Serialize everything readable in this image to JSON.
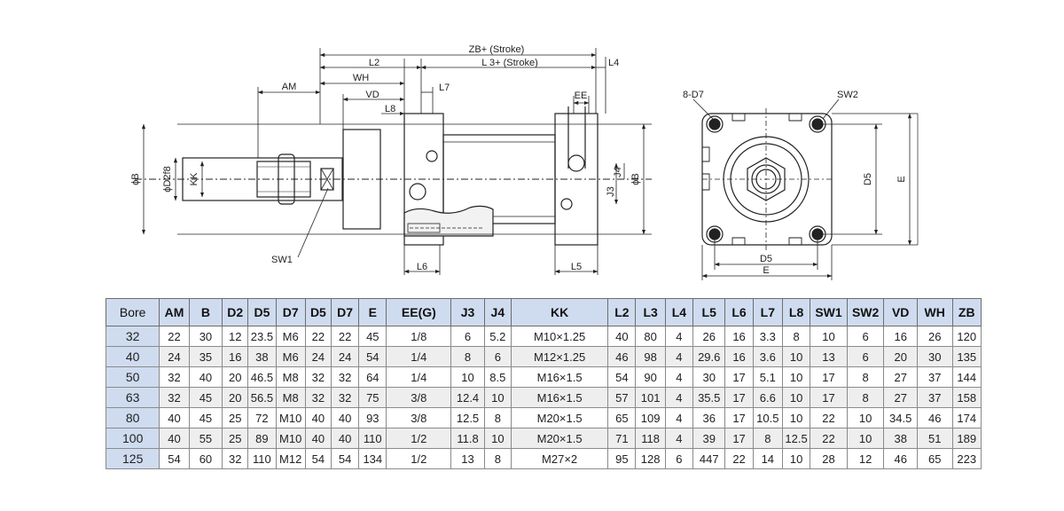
{
  "drawing": {
    "side_view_labels": {
      "zb": "ZB+ (Stroke)",
      "l3": "L 3+ (Stroke)",
      "l2": "L2",
      "l4": "L4",
      "am": "AM",
      "wh": "WH",
      "vd": "VD",
      "l7": "L7",
      "l8": "L8",
      "ee": "EE",
      "phi_b_left": "ϕB",
      "phi_d2f8": "ϕD2f8",
      "kk": "KK",
      "j3": "J3",
      "j4": "J4",
      "phi_b_right": "ϕB",
      "sw1": "SW1",
      "l6": "L6",
      "l5": "L5"
    },
    "end_view_labels": {
      "d7": "8-D7",
      "sw2": "SW2",
      "d5_vertical": "D5",
      "e_vertical": "E",
      "d5_horizontal": "D5",
      "e_horizontal": "E"
    }
  },
  "table": {
    "headers": [
      "Bore",
      "AM",
      "B",
      "D2",
      "D5",
      "D7",
      "D5",
      "D7",
      "E",
      "EE(G)",
      "J3",
      "J4",
      "KK",
      "L2",
      "L3",
      "L4",
      "L5",
      "L6",
      "L7",
      "L8",
      "SW1",
      "SW2",
      "VD",
      "WH",
      "ZB"
    ],
    "rows": [
      [
        "32",
        "22",
        "30",
        "12",
        "23.5",
        "M6",
        "22",
        "22",
        "45",
        "1/8",
        "6",
        "5.2",
        "M10×1.25",
        "40",
        "80",
        "4",
        "26",
        "16",
        "3.3",
        "8",
        "10",
        "6",
        "16",
        "26",
        "120"
      ],
      [
        "40",
        "24",
        "35",
        "16",
        "38",
        "M6",
        "24",
        "24",
        "54",
        "1/4",
        "8",
        "6",
        "M12×1.25",
        "46",
        "98",
        "4",
        "29.6",
        "16",
        "3.6",
        "10",
        "13",
        "6",
        "20",
        "30",
        "135"
      ],
      [
        "50",
        "32",
        "40",
        "20",
        "46.5",
        "M8",
        "32",
        "32",
        "64",
        "1/4",
        "10",
        "8.5",
        "M16×1.5",
        "54",
        "90",
        "4",
        "30",
        "17",
        "5.1",
        "10",
        "17",
        "8",
        "27",
        "37",
        "144"
      ],
      [
        "63",
        "32",
        "45",
        "20",
        "56.5",
        "M8",
        "32",
        "32",
        "75",
        "3/8",
        "12.4",
        "10",
        "M16×1.5",
        "57",
        "101",
        "4",
        "35.5",
        "17",
        "6.6",
        "10",
        "17",
        "8",
        "27",
        "37",
        "158"
      ],
      [
        "80",
        "40",
        "45",
        "25",
        "72",
        "M10",
        "40",
        "40",
        "93",
        "3/8",
        "12.5",
        "8",
        "M20×1.5",
        "65",
        "109",
        "4",
        "36",
        "17",
        "10.5",
        "10",
        "22",
        "10",
        "34.5",
        "46",
        "174"
      ],
      [
        "100",
        "40",
        "55",
        "25",
        "89",
        "M10",
        "40",
        "40",
        "110",
        "1/2",
        "11.8",
        "10",
        "M20×1.5",
        "71",
        "118",
        "4",
        "39",
        "17",
        "8",
        "12.5",
        "22",
        "10",
        "38",
        "51",
        "189"
      ],
      [
        "125",
        "54",
        "60",
        "32",
        "110",
        "M12",
        "54",
        "54",
        "134",
        "1/2",
        "13",
        "8",
        "M27×2",
        "95",
        "128",
        "6",
        "447",
        "22",
        "14",
        "10",
        "28",
        "12",
        "46",
        "65",
        "223"
      ]
    ]
  }
}
